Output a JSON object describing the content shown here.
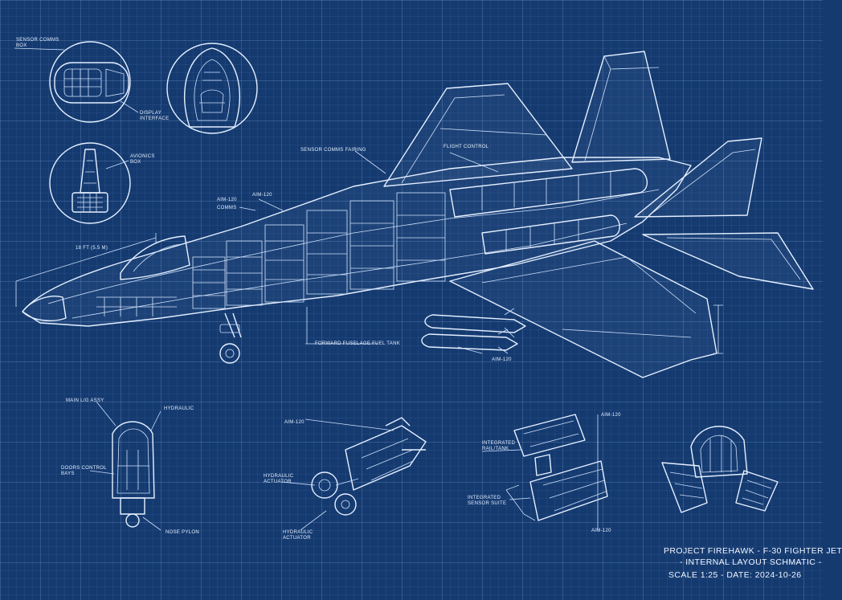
{
  "labels": {
    "cockpit_callout": "SENSOR COMMS\nBOX",
    "canopy_callout": "DISPLAY\nINTERFACE",
    "seat_callout": "AVIONICS\nBOX",
    "nose_dim": "18 FT (5.5 M)",
    "amr_top": "AIM-120",
    "comms": "COMMS",
    "aim_left": "AIM-120",
    "sensor_fairing": "SENSOR COMMS FAIRING",
    "flight_control": "FLIGHT CONTROL",
    "fuel_tank": "FORWARD FUSELAGE FUEL TANK",
    "aim_bottom": "AIM-120",
    "gear_assy": "MAIN L/G ASSY",
    "gear_struts": "HYDRAULIC",
    "gear_bays": "DOORS CONTROL\nBAYS",
    "gear_pylon": "NOSE PYLON",
    "missile_label": "AIM-120",
    "hydraulic_actuator": "HYDRAULIC\nACTUATOR",
    "hydraulic_actuator2": "HYDRAULIC\nACTUATOR",
    "intake_duct": "INTEGRATED\nRAIL/TANK",
    "aim_right": "AIM-120",
    "sensor_suite": "INTEGRATED\nSENSOR SUITE",
    "aim_right_bottom": "AIM-120"
  },
  "title": {
    "line1": "PROJECT FIREHAWK - F-30 FIGHTER JET",
    "line2": "- INTERNAL LAYOUT SCHMATIC -",
    "line3": "SCALE 1:25 - DATE: 2024-10-26"
  },
  "colors": {
    "background": "#143a70",
    "line": "#e6f0ff"
  }
}
